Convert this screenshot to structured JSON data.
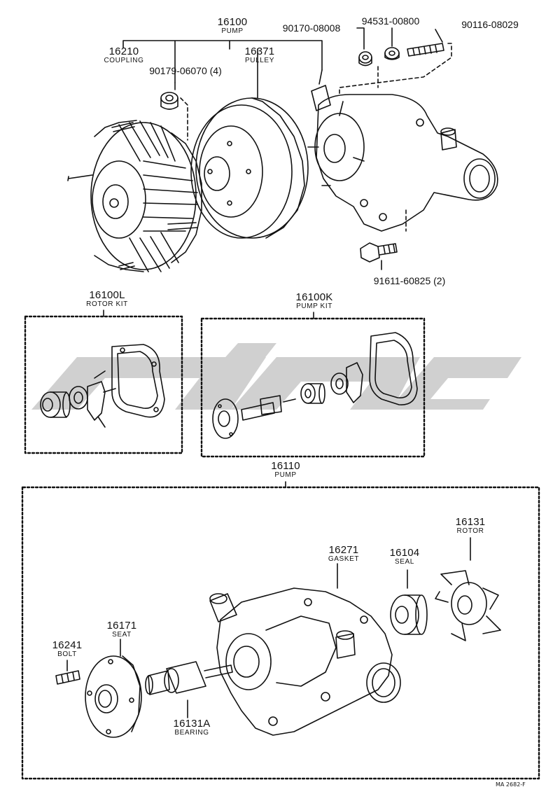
{
  "labels": {
    "pump_top": {
      "num": "16100",
      "cap": "PUMP"
    },
    "coupling": {
      "num": "16210",
      "cap": "COUPLING"
    },
    "pulley": {
      "num": "16371",
      "cap": "PULLEY"
    },
    "bolt_top": "90179-06070 (4)",
    "part_90170": "90170-08008",
    "part_94531": "94531-00800",
    "part_90116": "90116-08029",
    "part_91611": "91611-60825 (2)",
    "rotor_kit": {
      "num": "16100L",
      "cap": "ROTOR KIT"
    },
    "pump_kit": {
      "num": "16100K",
      "cap": "PUMP KIT"
    },
    "pump_assy": {
      "num": "16110",
      "cap": "PUMP"
    },
    "rotor": {
      "num": "16131",
      "cap": "ROTOR"
    },
    "gasket": {
      "num": "16271",
      "cap": "GASKET"
    },
    "seal": {
      "num": "16104",
      "cap": "SEAL"
    },
    "seat": {
      "num": "16171",
      "cap": "SEAT"
    },
    "bolt": {
      "num": "16241",
      "cap": "BOLT"
    },
    "bearing": {
      "num": "16131A",
      "cap": "BEARING"
    }
  },
  "diagram_code": "MA 2682-F",
  "watermark_color": "#c8c8c8"
}
